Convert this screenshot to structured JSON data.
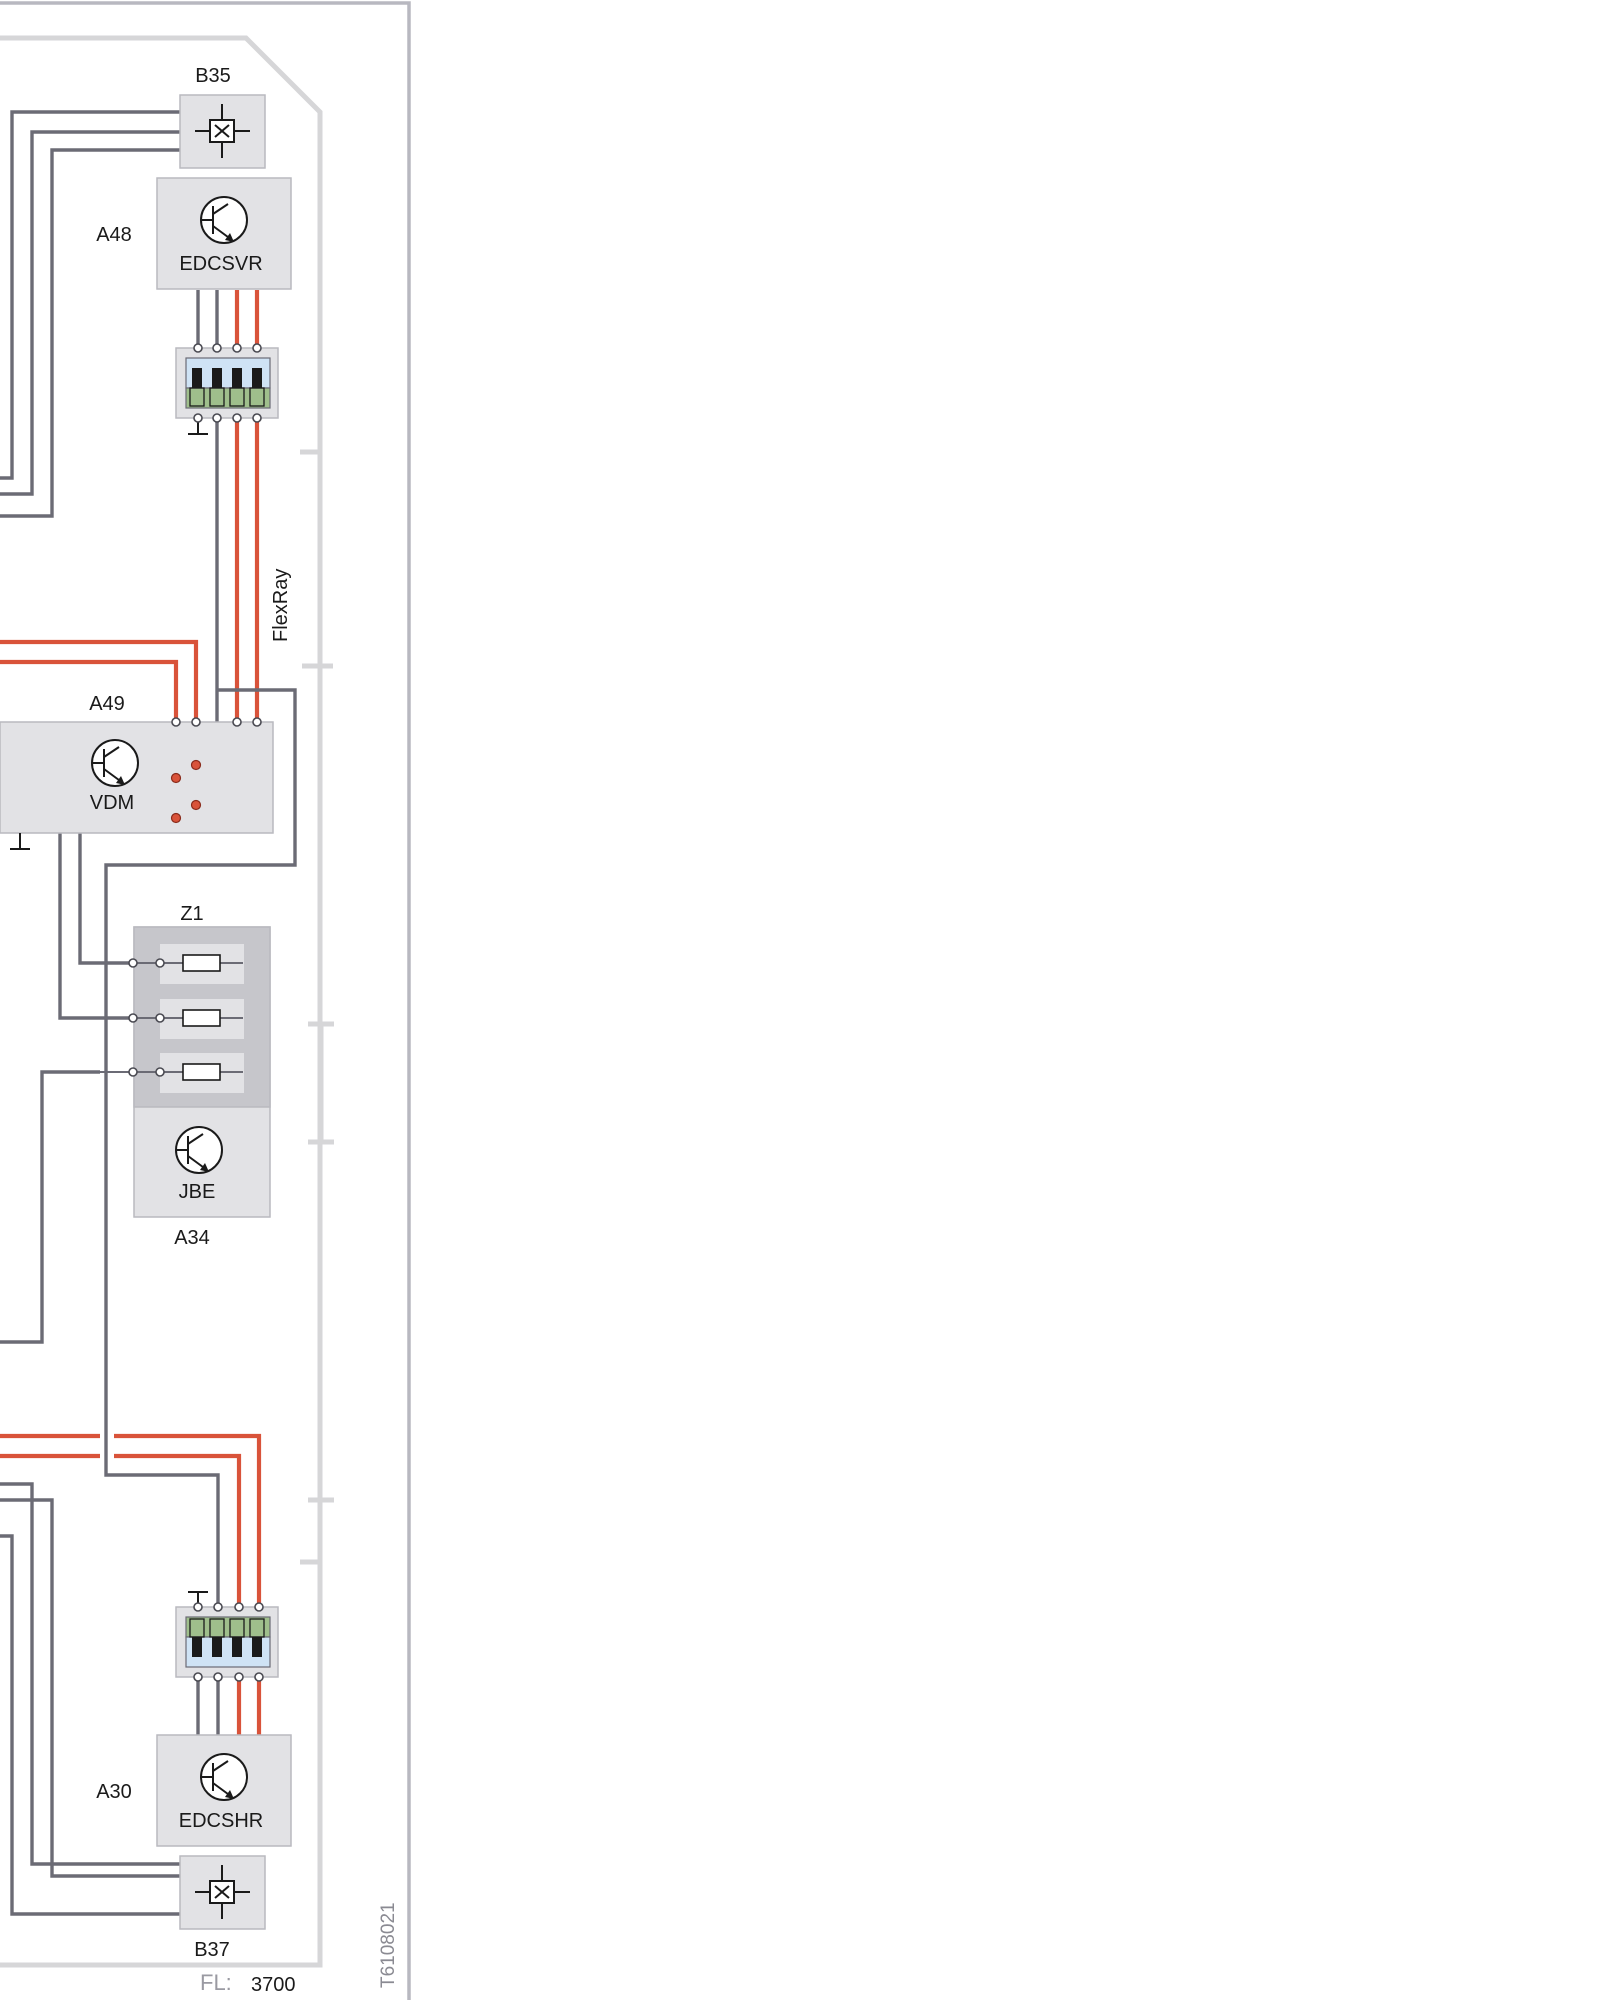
{
  "components": {
    "b35": {
      "label": "B35"
    },
    "a48": {
      "label": "A48",
      "name": "EDCSVR"
    },
    "a49": {
      "label": "A49",
      "name": "VDM"
    },
    "z1": {
      "label": "Z1"
    },
    "a34": {
      "label": "A34",
      "name": "JBE"
    },
    "a30": {
      "label": "A30",
      "name": "EDCSHR"
    },
    "b37": {
      "label": "B37"
    }
  },
  "bus_label": "FlexRay",
  "footer": {
    "fl_prefix": "FL:",
    "fl_value": "3700",
    "doc_id": "T6108021"
  },
  "colors": {
    "signal_wire": "#6b6b75",
    "flexray_wire": "#d9533a",
    "frame": "#d6d6d8",
    "component_fill": "#e2e2e5",
    "fuse_panel": "#c6c6cb",
    "connector_blue": "#cfe3f5",
    "connector_green": "#9fbf8c"
  }
}
